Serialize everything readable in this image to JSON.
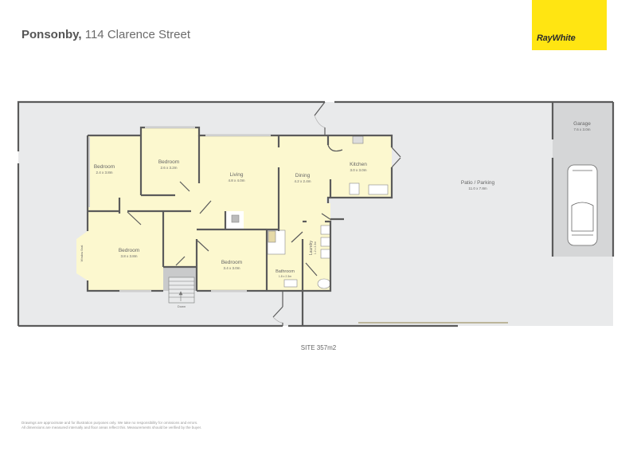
{
  "header": {
    "suburb": "Ponsonby,",
    "address": "114 Clarence Street"
  },
  "brand": {
    "name": "RayWhite",
    "color": "#ffe512"
  },
  "rooms": [
    {
      "name": "Bedroom",
      "dims": "2.4 x 3.8m"
    },
    {
      "name": "Bedroom",
      "dims": "2.6 x 3.2m"
    },
    {
      "name": "Living",
      "dims": "4.8 x 4.0m"
    },
    {
      "name": "Dining",
      "dims": "4.2 x 2.4m"
    },
    {
      "name": "Kitchen",
      "dims": "3.0 x 3.0m"
    },
    {
      "name": "Patio / Parking",
      "dims": "11.0 x 7.8m"
    },
    {
      "name": "Garage",
      "dims": "7.6 x 3.0m"
    },
    {
      "name": "Bedroom",
      "dims": "3.8 x 3.8m"
    },
    {
      "name": "Bedroom",
      "dims": "3.4 x 3.0m"
    },
    {
      "name": "Bathroom",
      "dims": "1.8 x 2.3m"
    },
    {
      "name": "Laundry",
      "dims": "1.2 x 2.3m"
    }
  ],
  "labels": {
    "window_seat": "Window Seat",
    "stairs": "Down"
  },
  "site": "SITE 357m2",
  "disclaimer": [
    "Drawings are approximate and for illustration purposes only. We take no responsibility for omissions and errors.",
    "All dimensions are measured internally and floor areas reflect this. Measurements should be verified by the buyer."
  ],
  "colors": {
    "floor": "#fcf8cf",
    "exterior": "#e9eaeb",
    "garage": "#d5d6d7",
    "wall": "#5b5b5b"
  }
}
